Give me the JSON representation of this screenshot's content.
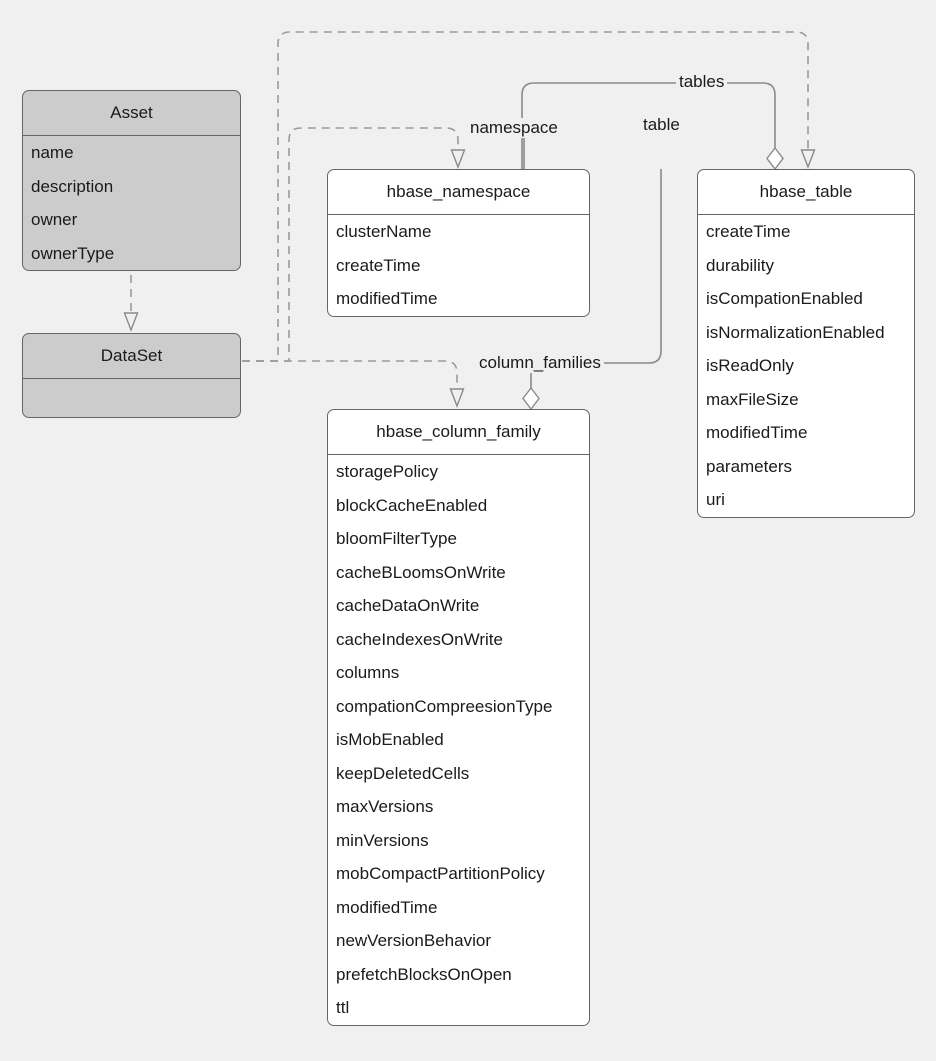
{
  "diagram": {
    "kind": "uml-class-diagram",
    "background_color": "#f0f0f0",
    "base_fill_color": "#cccccc",
    "entity_fill_color": "#ffffff",
    "stroke_color": "#666666",
    "text_color": "#1a1a1a"
  },
  "classes": {
    "asset": {
      "name": "Asset",
      "attributes": [
        "name",
        "description",
        "owner",
        "ownerType"
      ]
    },
    "dataset": {
      "name": "DataSet",
      "attributes": []
    },
    "hbase_namespace": {
      "name": "hbase_namespace",
      "attributes": [
        "clusterName",
        "createTime",
        "modifiedTime"
      ]
    },
    "hbase_table": {
      "name": "hbase_table",
      "attributes": [
        "createTime",
        "durability",
        "isCompationEnabled",
        "isNormalizationEnabled",
        "isReadOnly",
        "maxFileSize",
        "modifiedTime",
        "parameters",
        "uri"
      ]
    },
    "hbase_column_family": {
      "name": "hbase_column_family",
      "attributes": [
        "storagePolicy",
        "blockCacheEnabled",
        "bloomFilterType",
        "cacheBLoomsOnWrite",
        "cacheDataOnWrite",
        "cacheIndexesOnWrite",
        "columns",
        "compationCompreesionType",
        "isMobEnabled",
        "keepDeletedCells",
        "maxVersions",
        "minVersions",
        "mobCompactPartitionPolicy",
        "modifiedTime",
        "newVersionBehavior",
        "prefetchBlocksOnOpen",
        "ttl"
      ]
    }
  },
  "edge_labels": {
    "tables": "tables",
    "namespace": "namespace",
    "table": "table",
    "column_families": "column_families"
  },
  "relationships": [
    {
      "type": "generalization",
      "from": "Asset",
      "to": "DataSet",
      "style": "dashed",
      "arrow": "open-triangle"
    },
    {
      "type": "generalization",
      "from": "DataSet",
      "to": "hbase_namespace",
      "style": "dashed",
      "arrow": "open-triangle"
    },
    {
      "type": "generalization",
      "from": "DataSet",
      "to": "hbase_table",
      "style": "dashed",
      "arrow": "open-triangle"
    },
    {
      "type": "generalization",
      "from": "DataSet",
      "to": "hbase_column_family",
      "style": "dashed",
      "arrow": "open-triangle"
    },
    {
      "type": "aggregation",
      "from": "hbase_namespace",
      "to": "hbase_table",
      "label": "tables",
      "style": "solid",
      "arrow": "open-diamond"
    },
    {
      "type": "association",
      "from": "hbase_table",
      "to": "hbase_namespace",
      "label": "namespace",
      "style": "solid",
      "arrow": "none"
    },
    {
      "type": "aggregation",
      "from": "hbase_table",
      "to": "hbase_column_family",
      "label": "column_families",
      "style": "solid",
      "arrow": "open-diamond"
    },
    {
      "type": "association",
      "from": "hbase_column_family",
      "to": "hbase_table",
      "label": "table",
      "style": "solid",
      "arrow": "none"
    }
  ]
}
